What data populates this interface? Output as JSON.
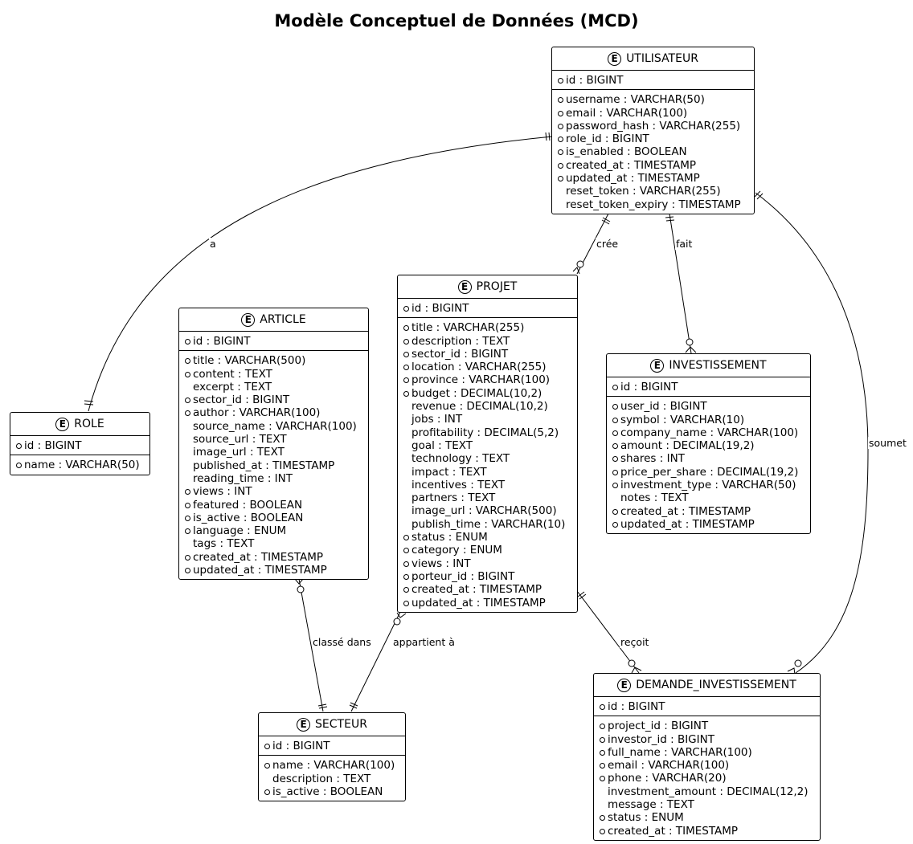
{
  "title": "Modèle Conceptuel de Données (MCD)",
  "entity_icon": "E",
  "entities": {
    "utilisateur": {
      "name": "UTILISATEUR",
      "pk": "id : BIGINT",
      "attrs": [
        {
          "text": "username : VARCHAR(50)",
          "mandatory": true
        },
        {
          "text": "email : VARCHAR(100)",
          "mandatory": true
        },
        {
          "text": "password_hash : VARCHAR(255)",
          "mandatory": true
        },
        {
          "text": "role_id : BIGINT",
          "mandatory": true
        },
        {
          "text": "is_enabled : BOOLEAN",
          "mandatory": true
        },
        {
          "text": "created_at : TIMESTAMP",
          "mandatory": true
        },
        {
          "text": "updated_at : TIMESTAMP",
          "mandatory": true
        },
        {
          "text": "reset_token : VARCHAR(255)",
          "mandatory": false
        },
        {
          "text": "reset_token_expiry : TIMESTAMP",
          "mandatory": false
        }
      ]
    },
    "role": {
      "name": "ROLE",
      "pk": "id : BIGINT",
      "attrs": [
        {
          "text": "name : VARCHAR(50)",
          "mandatory": true
        }
      ]
    },
    "article": {
      "name": "ARTICLE",
      "pk": "id : BIGINT",
      "attrs": [
        {
          "text": "title : VARCHAR(500)",
          "mandatory": true
        },
        {
          "text": "content : TEXT",
          "mandatory": true
        },
        {
          "text": "excerpt : TEXT",
          "mandatory": false
        },
        {
          "text": "sector_id : BIGINT",
          "mandatory": true
        },
        {
          "text": "author : VARCHAR(100)",
          "mandatory": true
        },
        {
          "text": "source_name : VARCHAR(100)",
          "mandatory": false
        },
        {
          "text": "source_url : TEXT",
          "mandatory": false
        },
        {
          "text": "image_url : TEXT",
          "mandatory": false
        },
        {
          "text": "published_at : TIMESTAMP",
          "mandatory": false
        },
        {
          "text": "reading_time : INT",
          "mandatory": false
        },
        {
          "text": "views : INT",
          "mandatory": true
        },
        {
          "text": "featured : BOOLEAN",
          "mandatory": true
        },
        {
          "text": "is_active : BOOLEAN",
          "mandatory": true
        },
        {
          "text": "language : ENUM",
          "mandatory": true
        },
        {
          "text": "tags : TEXT",
          "mandatory": false
        },
        {
          "text": "created_at : TIMESTAMP",
          "mandatory": true
        },
        {
          "text": "updated_at : TIMESTAMP",
          "mandatory": true
        }
      ]
    },
    "projet": {
      "name": "PROJET",
      "pk": "id : BIGINT",
      "attrs": [
        {
          "text": "title : VARCHAR(255)",
          "mandatory": true
        },
        {
          "text": "description : TEXT",
          "mandatory": true
        },
        {
          "text": "sector_id : BIGINT",
          "mandatory": true
        },
        {
          "text": "location : VARCHAR(255)",
          "mandatory": true
        },
        {
          "text": "province : VARCHAR(100)",
          "mandatory": true
        },
        {
          "text": "budget : DECIMAL(10,2)",
          "mandatory": true
        },
        {
          "text": "revenue : DECIMAL(10,2)",
          "mandatory": false
        },
        {
          "text": "jobs : INT",
          "mandatory": false
        },
        {
          "text": "profitability : DECIMAL(5,2)",
          "mandatory": false
        },
        {
          "text": "goal : TEXT",
          "mandatory": false
        },
        {
          "text": "technology : TEXT",
          "mandatory": false
        },
        {
          "text": "impact : TEXT",
          "mandatory": false
        },
        {
          "text": "incentives : TEXT",
          "mandatory": false
        },
        {
          "text": "partners : TEXT",
          "mandatory": false
        },
        {
          "text": "image_url : VARCHAR(500)",
          "mandatory": false
        },
        {
          "text": "publish_time : VARCHAR(10)",
          "mandatory": false
        },
        {
          "text": "status : ENUM",
          "mandatory": true
        },
        {
          "text": "category : ENUM",
          "mandatory": true
        },
        {
          "text": "views : INT",
          "mandatory": true
        },
        {
          "text": "porteur_id : BIGINT",
          "mandatory": true
        },
        {
          "text": "created_at : TIMESTAMP",
          "mandatory": true
        },
        {
          "text": "updated_at : TIMESTAMP",
          "mandatory": true
        }
      ]
    },
    "investissement": {
      "name": "INVESTISSEMENT",
      "pk": "id : BIGINT",
      "attrs": [
        {
          "text": "user_id : BIGINT",
          "mandatory": true
        },
        {
          "text": "symbol : VARCHAR(10)",
          "mandatory": true
        },
        {
          "text": "company_name : VARCHAR(100)",
          "mandatory": true
        },
        {
          "text": "amount : DECIMAL(19,2)",
          "mandatory": true
        },
        {
          "text": "shares : INT",
          "mandatory": true
        },
        {
          "text": "price_per_share : DECIMAL(19,2)",
          "mandatory": true
        },
        {
          "text": "investment_type : VARCHAR(50)",
          "mandatory": true
        },
        {
          "text": "notes : TEXT",
          "mandatory": false
        },
        {
          "text": "created_at : TIMESTAMP",
          "mandatory": true
        },
        {
          "text": "updated_at : TIMESTAMP",
          "mandatory": true
        }
      ]
    },
    "secteur": {
      "name": "SECTEUR",
      "pk": "id : BIGINT",
      "attrs": [
        {
          "text": "name : VARCHAR(100)",
          "mandatory": true
        },
        {
          "text": "description : TEXT",
          "mandatory": false
        },
        {
          "text": "is_active : BOOLEAN",
          "mandatory": true
        }
      ]
    },
    "demande": {
      "name": "DEMANDE_INVESTISSEMENT",
      "pk": "id : BIGINT",
      "attrs": [
        {
          "text": "project_id : BIGINT",
          "mandatory": true
        },
        {
          "text": "investor_id : BIGINT",
          "mandatory": true
        },
        {
          "text": "full_name : VARCHAR(100)",
          "mandatory": true
        },
        {
          "text": "email : VARCHAR(100)",
          "mandatory": true
        },
        {
          "text": "phone : VARCHAR(20)",
          "mandatory": true
        },
        {
          "text": "investment_amount : DECIMAL(12,2)",
          "mandatory": false
        },
        {
          "text": "message : TEXT",
          "mandatory": false
        },
        {
          "text": "status : ENUM",
          "mandatory": true
        },
        {
          "text": "created_at : TIMESTAMP",
          "mandatory": true
        }
      ]
    }
  },
  "relationships": [
    {
      "label": "a",
      "from": "UTILISATEUR",
      "to": "ROLE",
      "from_card": "one-mandatory",
      "to_card": "one-mandatory"
    },
    {
      "label": "crée",
      "from": "UTILISATEUR",
      "to": "PROJET",
      "from_card": "one-mandatory",
      "to_card": "zero-or-many"
    },
    {
      "label": "fait",
      "from": "UTILISATEUR",
      "to": "INVESTISSEMENT",
      "from_card": "one-mandatory",
      "to_card": "zero-or-many"
    },
    {
      "label": "soumet",
      "from": "UTILISATEUR",
      "to": "DEMANDE_INVESTISSEMENT",
      "from_card": "one-mandatory",
      "to_card": "zero-or-many"
    },
    {
      "label": "classé dans",
      "from": "ARTICLE",
      "to": "SECTEUR",
      "from_card": "zero-or-many",
      "to_card": "one-mandatory"
    },
    {
      "label": "appartient à",
      "from": "PROJET",
      "to": "SECTEUR",
      "from_card": "zero-or-many",
      "to_card": "one-mandatory"
    },
    {
      "label": "reçoit",
      "from": "PROJET",
      "to": "DEMANDE_INVESTISSEMENT",
      "from_card": "one-mandatory",
      "to_card": "zero-or-many"
    }
  ]
}
